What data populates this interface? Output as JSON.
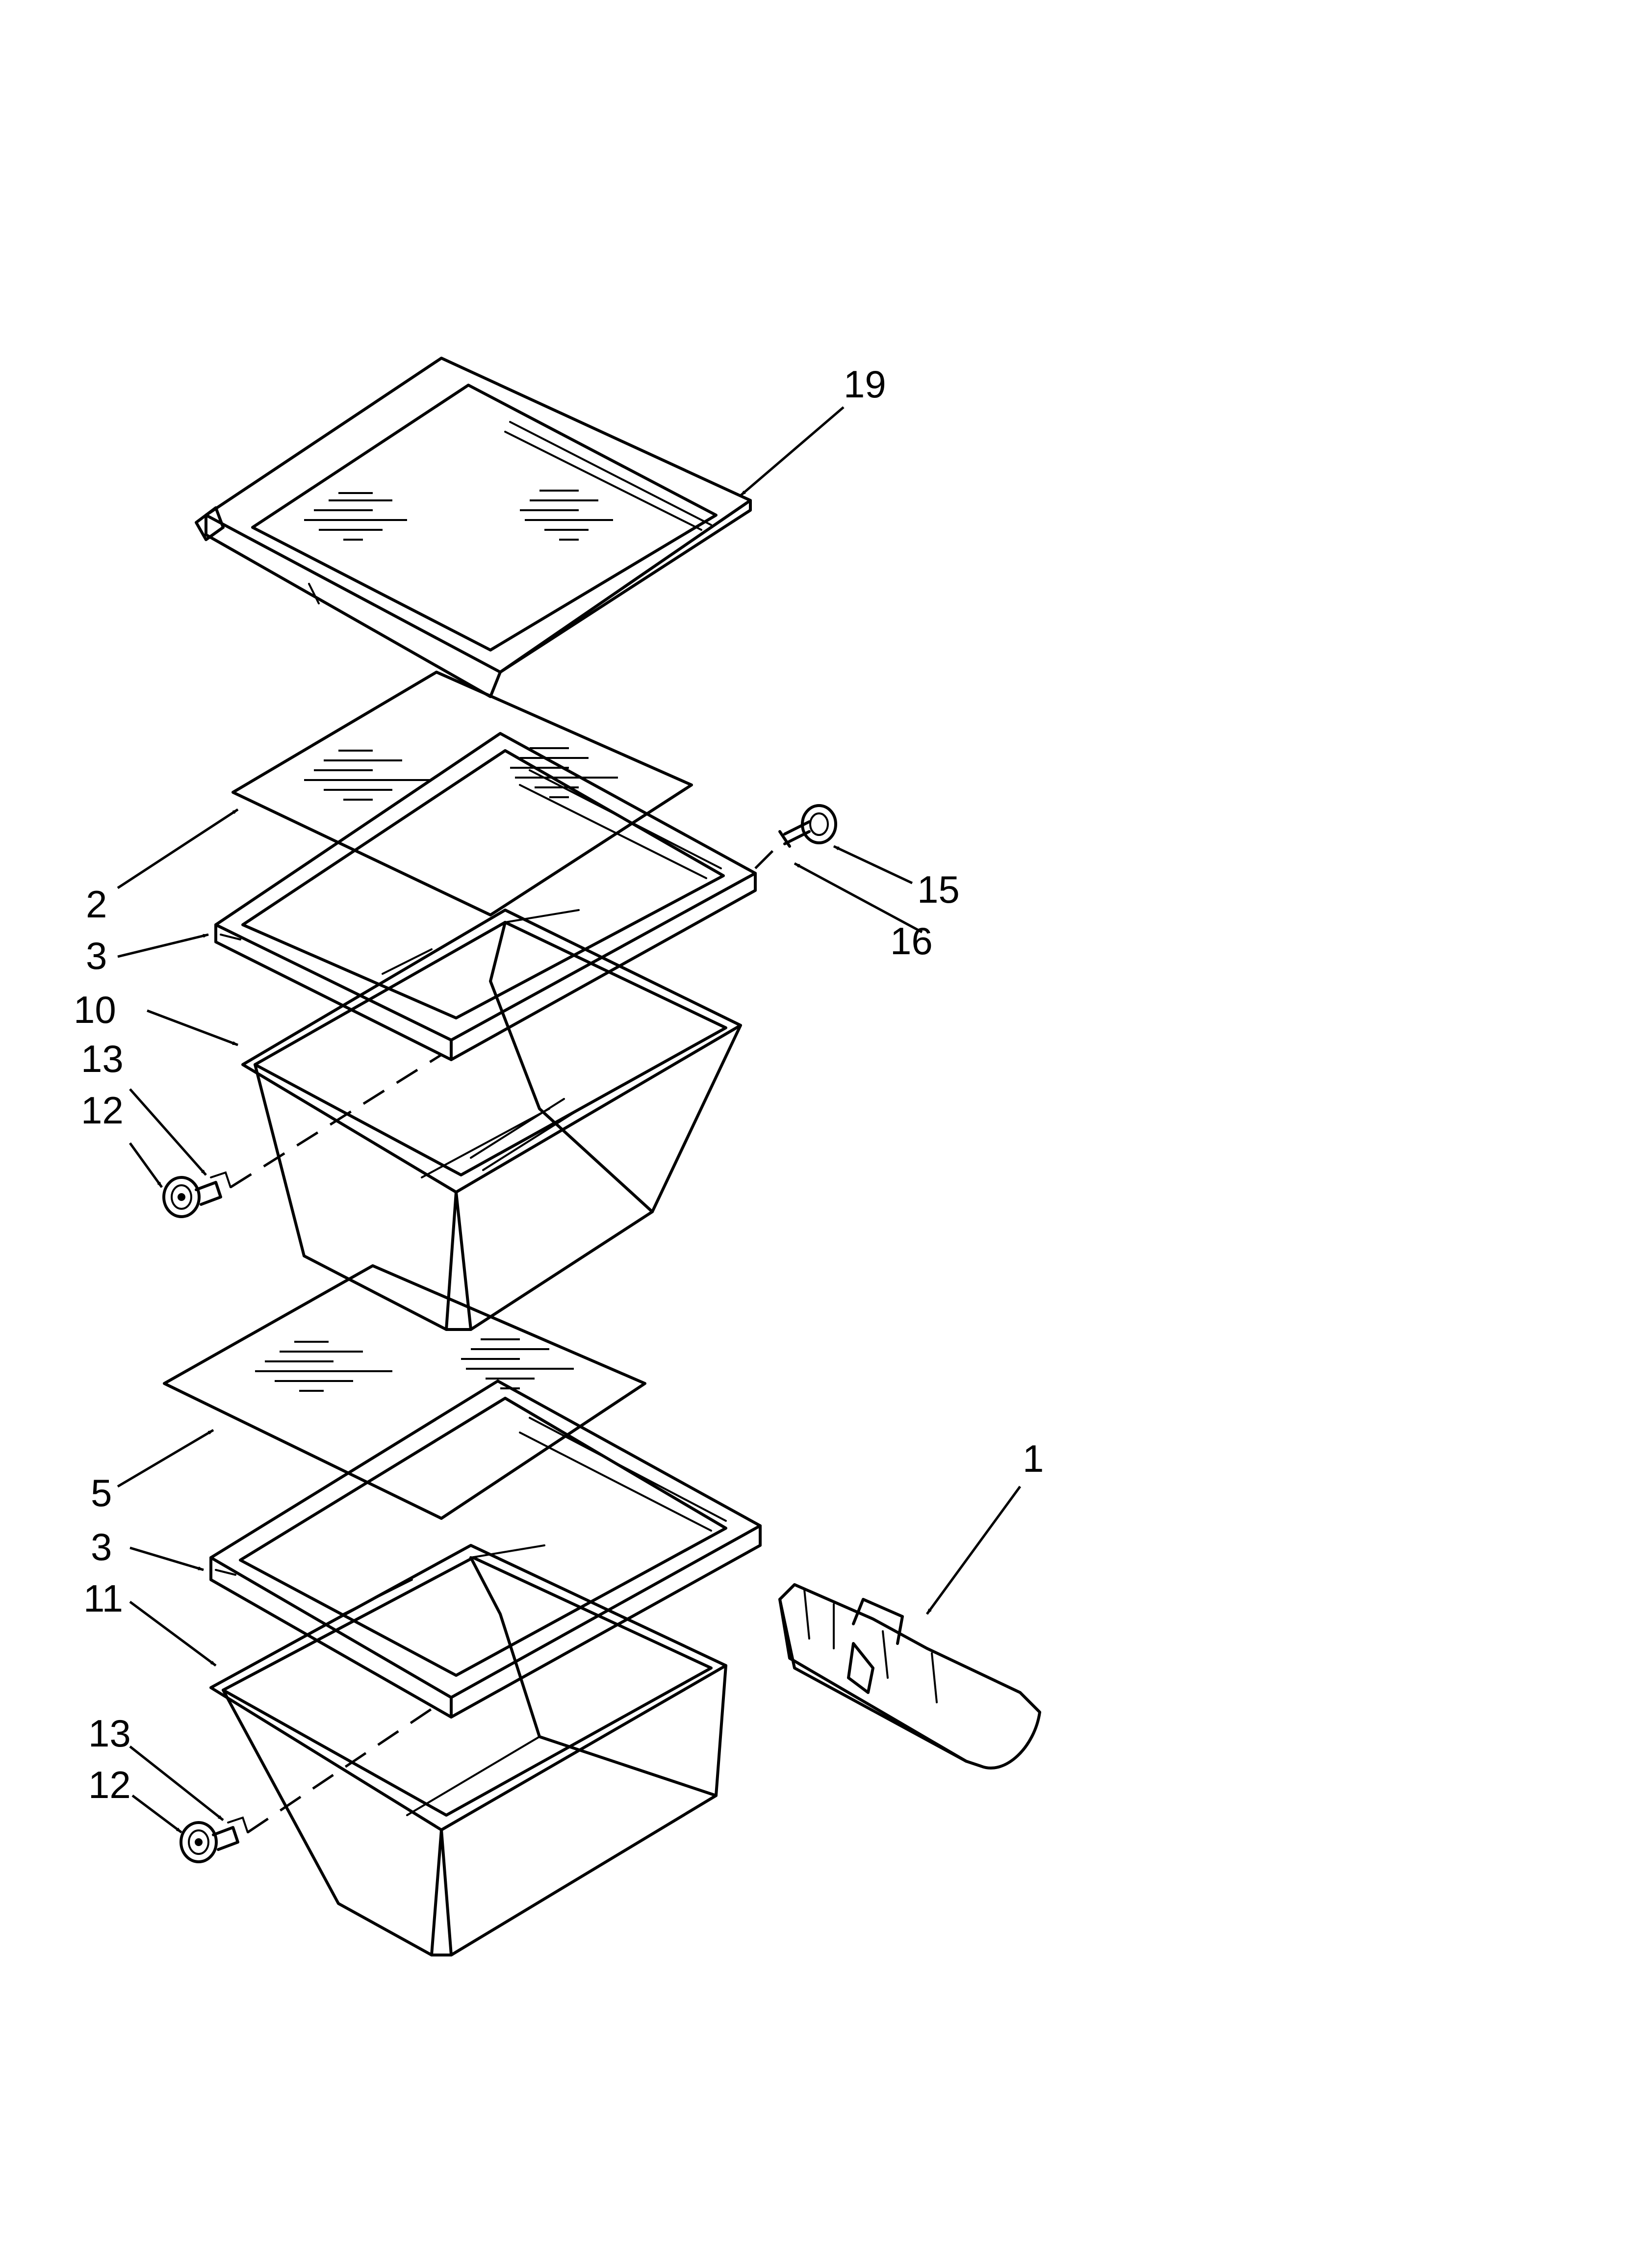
{
  "callouts": {
    "c19": "19",
    "c2": "2",
    "c3_upper": "3",
    "c10": "10",
    "c13_upper": "13",
    "c12_upper": "12",
    "c15": "15",
    "c16": "16",
    "c5": "5",
    "c3_lower": "3",
    "c11": "11",
    "c13_lower": "13",
    "c12_lower": "12",
    "c1": "1"
  }
}
